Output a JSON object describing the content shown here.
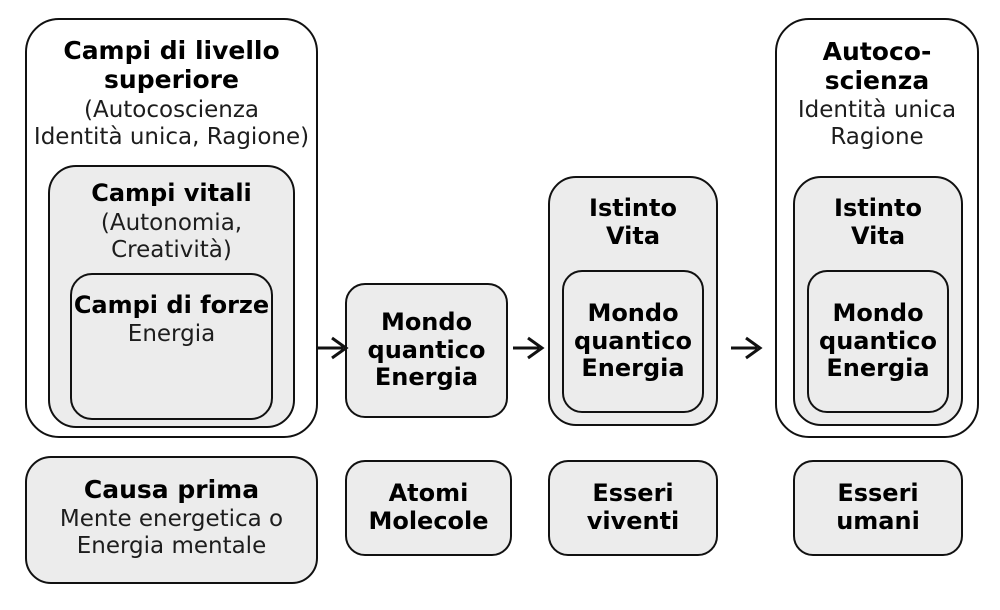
{
  "diagram": {
    "background": "#ffffff",
    "fill_color": "#ececec",
    "stroke_color": "#111111",
    "columns": [
      {
        "id": "col1",
        "outer": {
          "title": "Campi di livello superiore",
          "subtitle": "(Autocoscienza\nIdentità unica, Ragione)"
        },
        "mid": {
          "title": "Campi vitali",
          "subtitle": "(Autonomia,\nCreatività)"
        },
        "inner": {
          "title": "Campi di forze",
          "subtitle": "Energia"
        },
        "bottom": {
          "title": "Causa prima",
          "subtitle": "Mente energetica o\nEnergia mentale"
        }
      },
      {
        "id": "col2",
        "box": {
          "title": "Mondo\nquantico\nEnergia"
        },
        "bottom": {
          "title": "Atomi\nMolecole"
        }
      },
      {
        "id": "col3",
        "outer": {
          "title": "Istinto\nVita"
        },
        "inner": {
          "title": "Mondo\nquantico\nEnergia"
        },
        "bottom": {
          "title": "Esseri\nviventi"
        }
      },
      {
        "id": "col4",
        "outer": {
          "title": "Autoco-\nscienza",
          "subtitle": "Identità unica\nRagione"
        },
        "mid": {
          "title": "Istinto\nVita"
        },
        "inner": {
          "title": "Mondo\nquantico\nEnergia"
        },
        "bottom": {
          "title": "Esseri\numani"
        }
      }
    ],
    "arrows": [
      {
        "name": "arrow-col1-to-col2",
        "direction": "right"
      },
      {
        "name": "arrow-col2-to-col3",
        "direction": "right"
      },
      {
        "name": "arrow-col3-to-col4",
        "direction": "right"
      }
    ]
  }
}
